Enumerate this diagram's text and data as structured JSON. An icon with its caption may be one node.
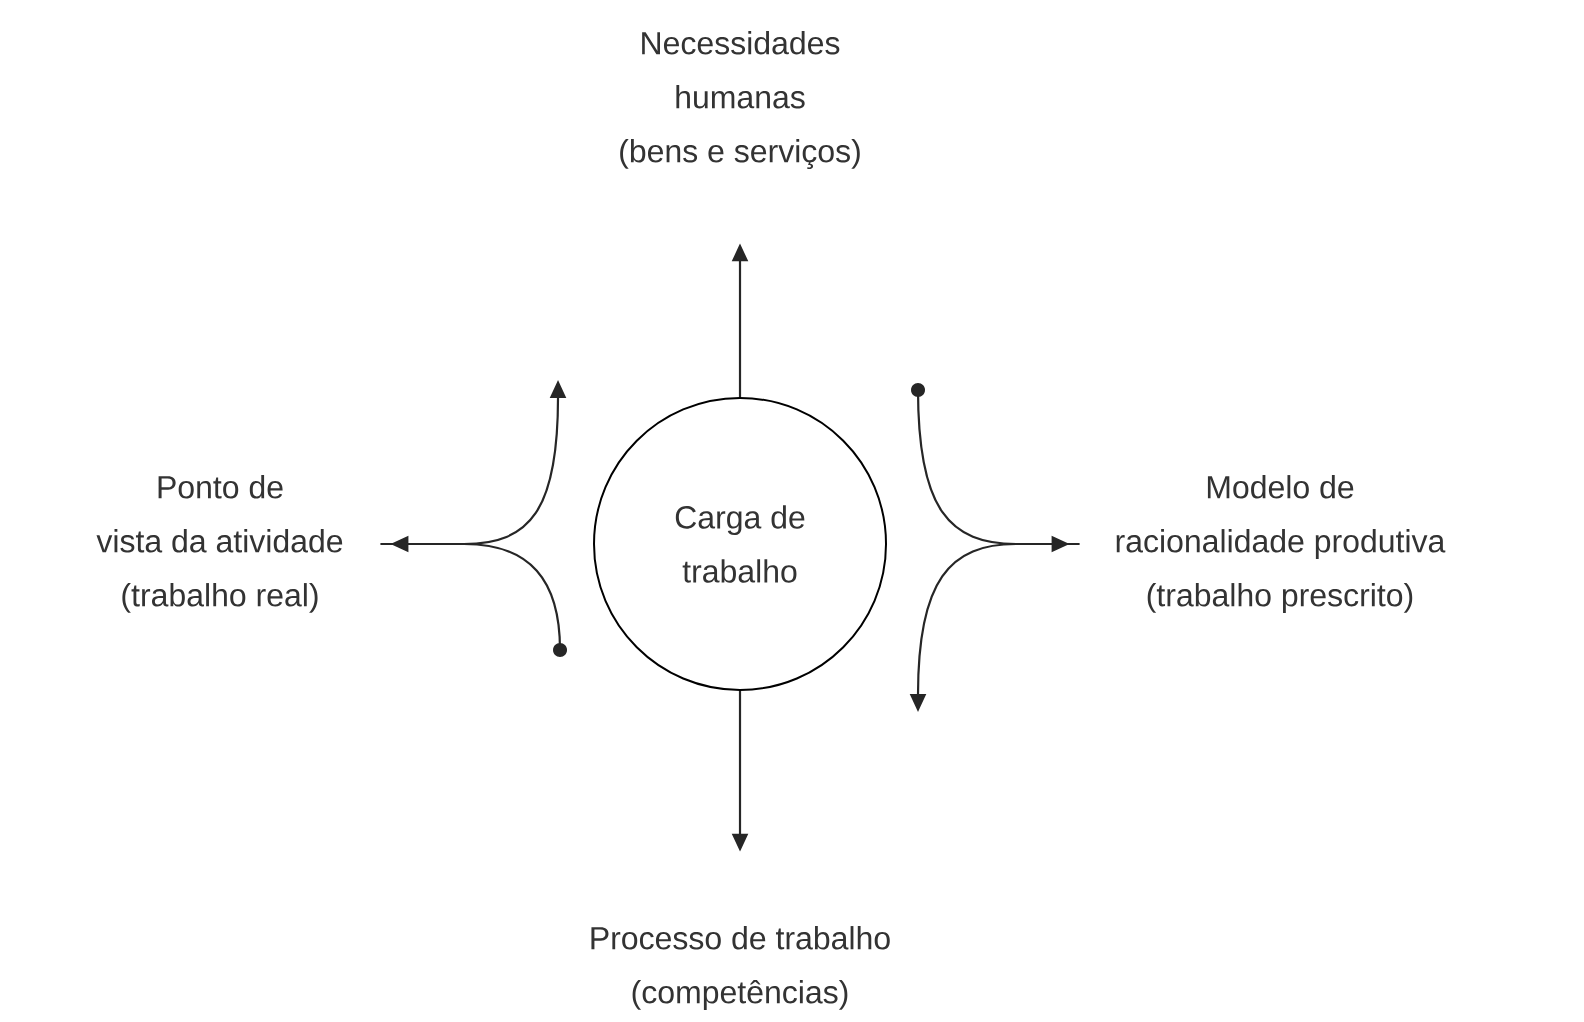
{
  "diagram": {
    "nodes": [
      {
        "text": [
          "Necessidades humanas",
          "(bens e serviços)"
        ]
      },
      {
        "text": [
          "Ponto de vista da atividade",
          "(trabalho real)"
        ]
      },
      {
        "text": [
          "Carga de trabalho"
        ]
      },
      {
        "text": [
          "Modelo de racionalidade produtiva",
          "(trabalho prescrito)"
        ]
      },
      {
        "text": [
          "Processo de trabalho",
          "(competências)"
        ]
      }
    ],
    "edges": [
      {
        "from": 2,
        "to": 0,
        "arrow": "to"
      },
      {
        "from": 2,
        "to": 4,
        "arrow": "to"
      },
      {
        "from": null,
        "to": 1,
        "arrow": "to"
      },
      {
        "from": 1,
        "to": null,
        "arrow": "to"
      },
      {
        "from": null,
        "to": 3,
        "arrow": "to"
      },
      {
        "from": 3,
        "to": null,
        "arrow": "to"
      }
    ]
  }
}
